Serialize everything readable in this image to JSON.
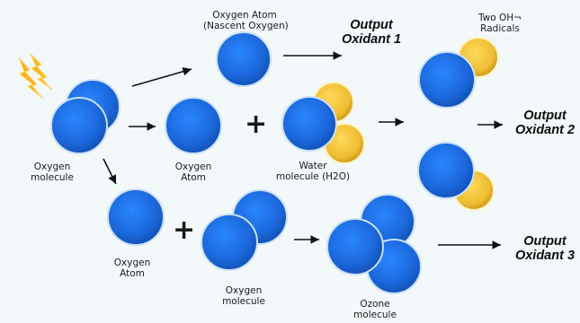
{
  "colors": {
    "oxygen": "#1f6fe0",
    "hydrogen": "#f0c23a",
    "lightning": "#f6b21a",
    "background": "#f3f8fa"
  },
  "icons": [
    "lightning-icon"
  ],
  "labels": {
    "oxygen_atom_top": "Oxygen Atom",
    "nascent_oxygen": "(Nascent Oxygen)",
    "two_oh_line1": "Two OH¬",
    "two_oh_line2": "Radicals",
    "oxygen_molecule_line1": "Oxygen",
    "oxygen_molecule_line2": "molecule",
    "oxygen_atom_mid_line1": "Oxygen",
    "oxygen_atom_mid_line2": "Atom",
    "water_line1": "Water",
    "water_line2": "molecule (H2O)",
    "oxygen_atom_bottom_line1": "Oxygen",
    "oxygen_atom_bottom_line2": "Atom",
    "oxygen_molecule_bottom_line1": "Oxygen",
    "oxygen_molecule_bottom_line2": "molecule",
    "ozone_line1": "Ozone",
    "ozone_line2": "molecule"
  },
  "outputs": {
    "output1_line1": "Output",
    "output1_line2": "Oxidant 1",
    "output2_line1": "Output",
    "output2_line2": "Oxidant 2",
    "output3_line1": "Output",
    "output3_line2": "Oxidant 3"
  },
  "operators": {
    "plus_mid": "+",
    "plus_bottom": "+"
  }
}
